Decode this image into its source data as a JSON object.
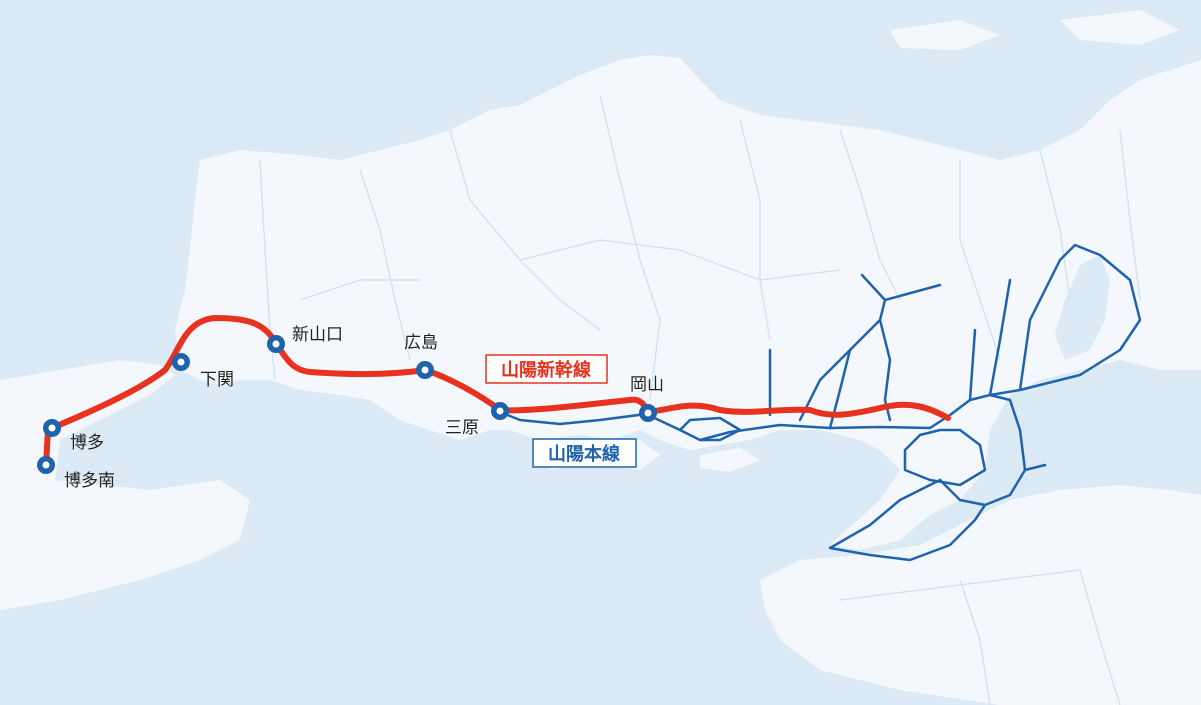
{
  "colors": {
    "sea": "#dceaf6",
    "land": "#f4f8fc",
    "shinkansen": "#e8321f",
    "conventional_line": "#1f63ad",
    "boundary": "#d2e3f2"
  },
  "lines": {
    "shinkansen_label": "山陽新幹線",
    "conventional_label": "山陽本線"
  },
  "stations": [
    {
      "id": "hakata-minami",
      "name": "博多南"
    },
    {
      "id": "hakata",
      "name": "博多"
    },
    {
      "id": "shimonoseki",
      "name": "下関"
    },
    {
      "id": "shin-yamaguchi",
      "name": "新山口"
    },
    {
      "id": "hiroshima",
      "name": "広島"
    },
    {
      "id": "mihara",
      "name": "三原"
    },
    {
      "id": "okayama",
      "name": "岡山"
    }
  ]
}
